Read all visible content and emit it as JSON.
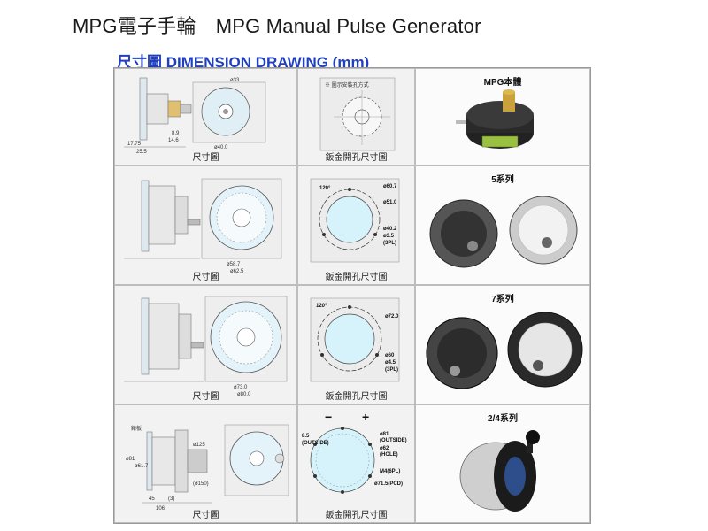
{
  "header": {
    "title": "MPG電子手輪　MPG Manual Pulse Generator",
    "subtitle": "尺寸圖  DIMENSION DRAWING (mm)"
  },
  "captions": {
    "dim": "尺寸圖",
    "sheet": "鈑金開孔尺寸圖"
  },
  "products": {
    "body": "MPG本體",
    "s5": "5系列",
    "s7": "7系列",
    "s24": "2/4系列"
  },
  "row1": {
    "side_dims": [
      "17.75",
      "14.6",
      "25.5",
      "8.9"
    ],
    "front_dims": [
      "ø40.0",
      "ø33"
    ],
    "sheet_note": "※ 圖示安裝孔方式"
  },
  "row2": {
    "sheet_labels": [
      "ø60.7",
      "ø51.0",
      "ø40.2",
      "ø3.5",
      "(3PL)",
      "120°"
    ],
    "front_dims": [
      "ø58.7",
      "ø62.5"
    ]
  },
  "row3": {
    "sheet_labels": [
      "ø72.0",
      "ø60",
      "ø4.5",
      "(3PL)",
      "120°"
    ],
    "front_dims": [
      "ø73.0",
      "ø80.0"
    ]
  },
  "row4": {
    "side_dims": [
      "45",
      "(3)",
      "106",
      "ø81",
      "ø61.7",
      "ø125",
      "(ø150)"
    ],
    "side_note": "錶板",
    "sheet_labels": [
      "ø81",
      "(OUTSIDE)",
      "ø62",
      "(HOLE)",
      "M4(6PL)",
      "ø71.5(PCD)",
      "8.5",
      "(OUTSIDE)"
    ],
    "sheet_marks": [
      "−",
      "+"
    ]
  }
}
